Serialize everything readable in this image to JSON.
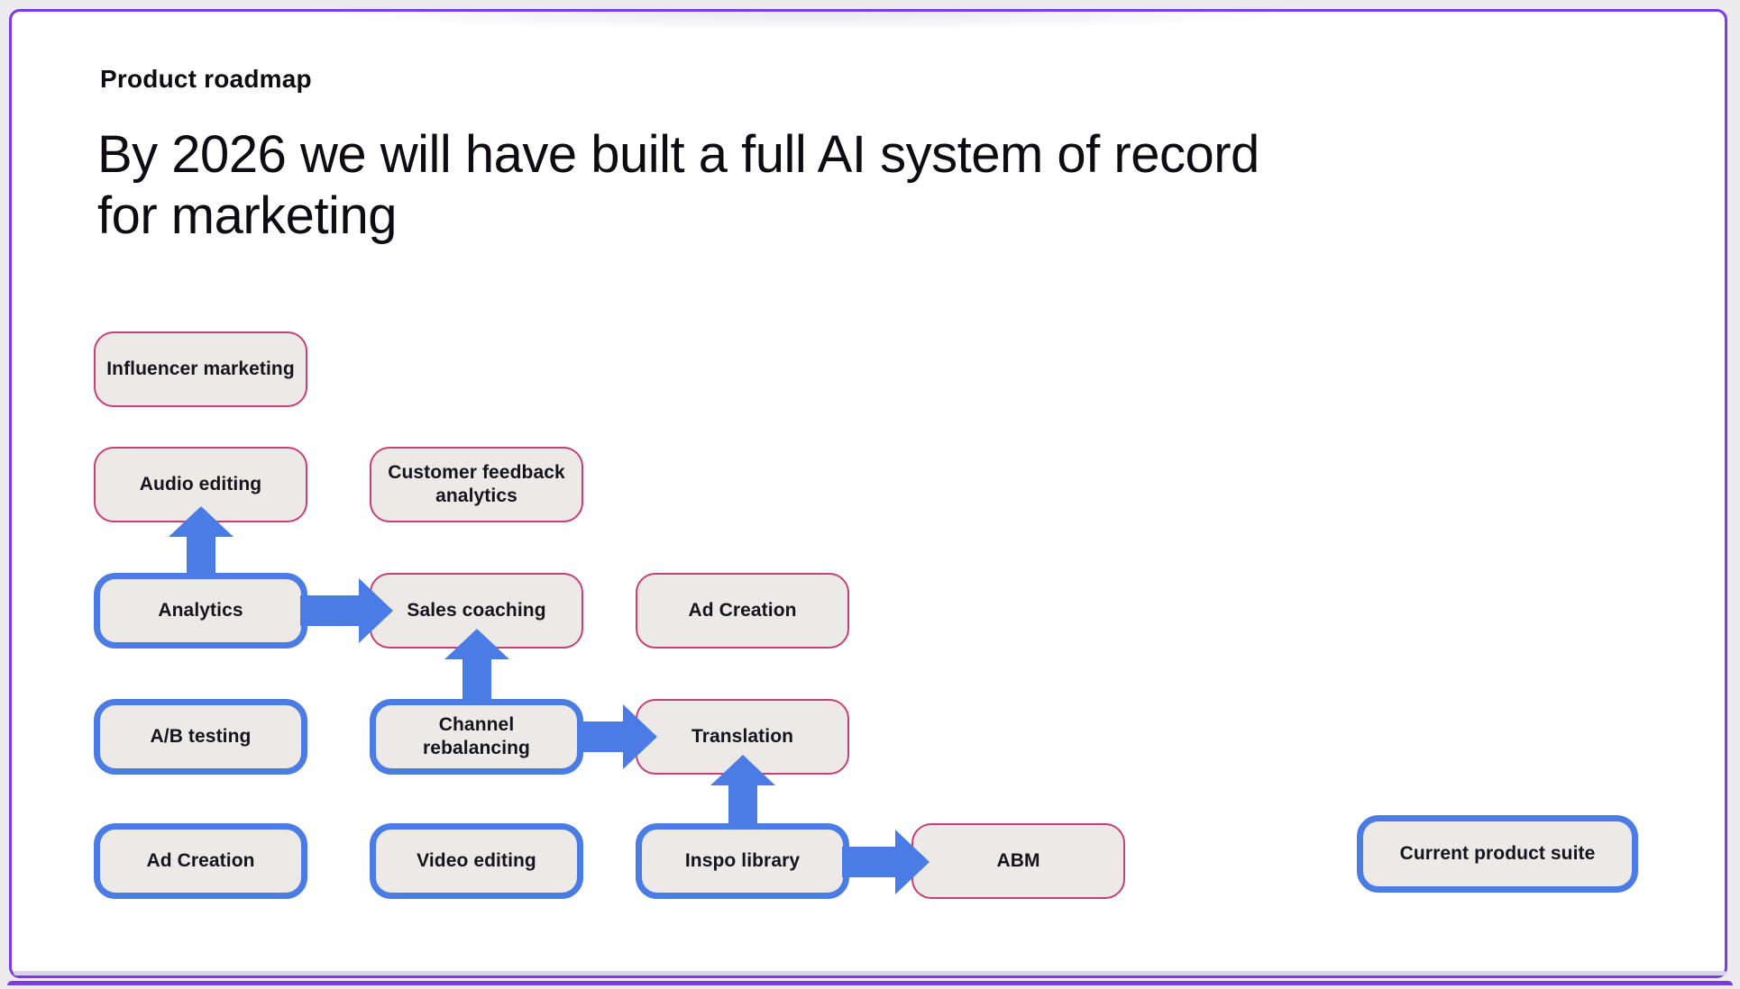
{
  "title": {
    "kicker": "Product roadmap",
    "heading_line1": "By 2026 we will have built a full AI system of record",
    "heading_line2": "for marketing"
  },
  "nodes": [
    {
      "id": "influencer-marketing",
      "label": "Influencer marketing",
      "style": "future"
    },
    {
      "id": "audio-editing",
      "label": "Audio editing",
      "style": "future"
    },
    {
      "id": "customer-feedback-analytics",
      "label": "Customer feedback analytics",
      "style": "future"
    },
    {
      "id": "analytics",
      "label": "Analytics",
      "style": "current"
    },
    {
      "id": "sales-coaching",
      "label": "Sales coaching",
      "style": "future"
    },
    {
      "id": "ad-creation-mid",
      "label": "Ad Creation",
      "style": "future"
    },
    {
      "id": "ab-testing",
      "label": "A/B testing",
      "style": "current"
    },
    {
      "id": "channel-rebalancing",
      "label": "Channel rebalancing",
      "style": "current"
    },
    {
      "id": "translation",
      "label": "Translation",
      "style": "future"
    },
    {
      "id": "ad-creation-bottom",
      "label": "Ad Creation",
      "style": "current"
    },
    {
      "id": "video-editing",
      "label": "Video editing",
      "style": "current"
    },
    {
      "id": "inspo-library",
      "label": "Inspo library",
      "style": "current"
    },
    {
      "id": "abm",
      "label": "ABM",
      "style": "future"
    },
    {
      "id": "current-product-suite",
      "label": "Current product suite",
      "style": "current"
    }
  ],
  "connections": [
    {
      "from": "analytics",
      "to": "audio-editing",
      "direction": "up"
    },
    {
      "from": "analytics",
      "to": "sales-coaching",
      "direction": "right"
    },
    {
      "from": "channel-rebalancing",
      "to": "sales-coaching",
      "direction": "up"
    },
    {
      "from": "channel-rebalancing",
      "to": "translation",
      "direction": "right"
    },
    {
      "from": "inspo-library",
      "to": "translation",
      "direction": "up"
    },
    {
      "from": "inspo-library",
      "to": "abm",
      "direction": "right"
    }
  ],
  "colors": {
    "arrow_blue": "#4B7CE6",
    "current_border_blue": "#4B7CE6",
    "future_border_pink": "#C64076",
    "node_fill": "#ECE9E7",
    "page_border_violet": "#7C3AED",
    "canvas_background": "#ECECEF"
  }
}
